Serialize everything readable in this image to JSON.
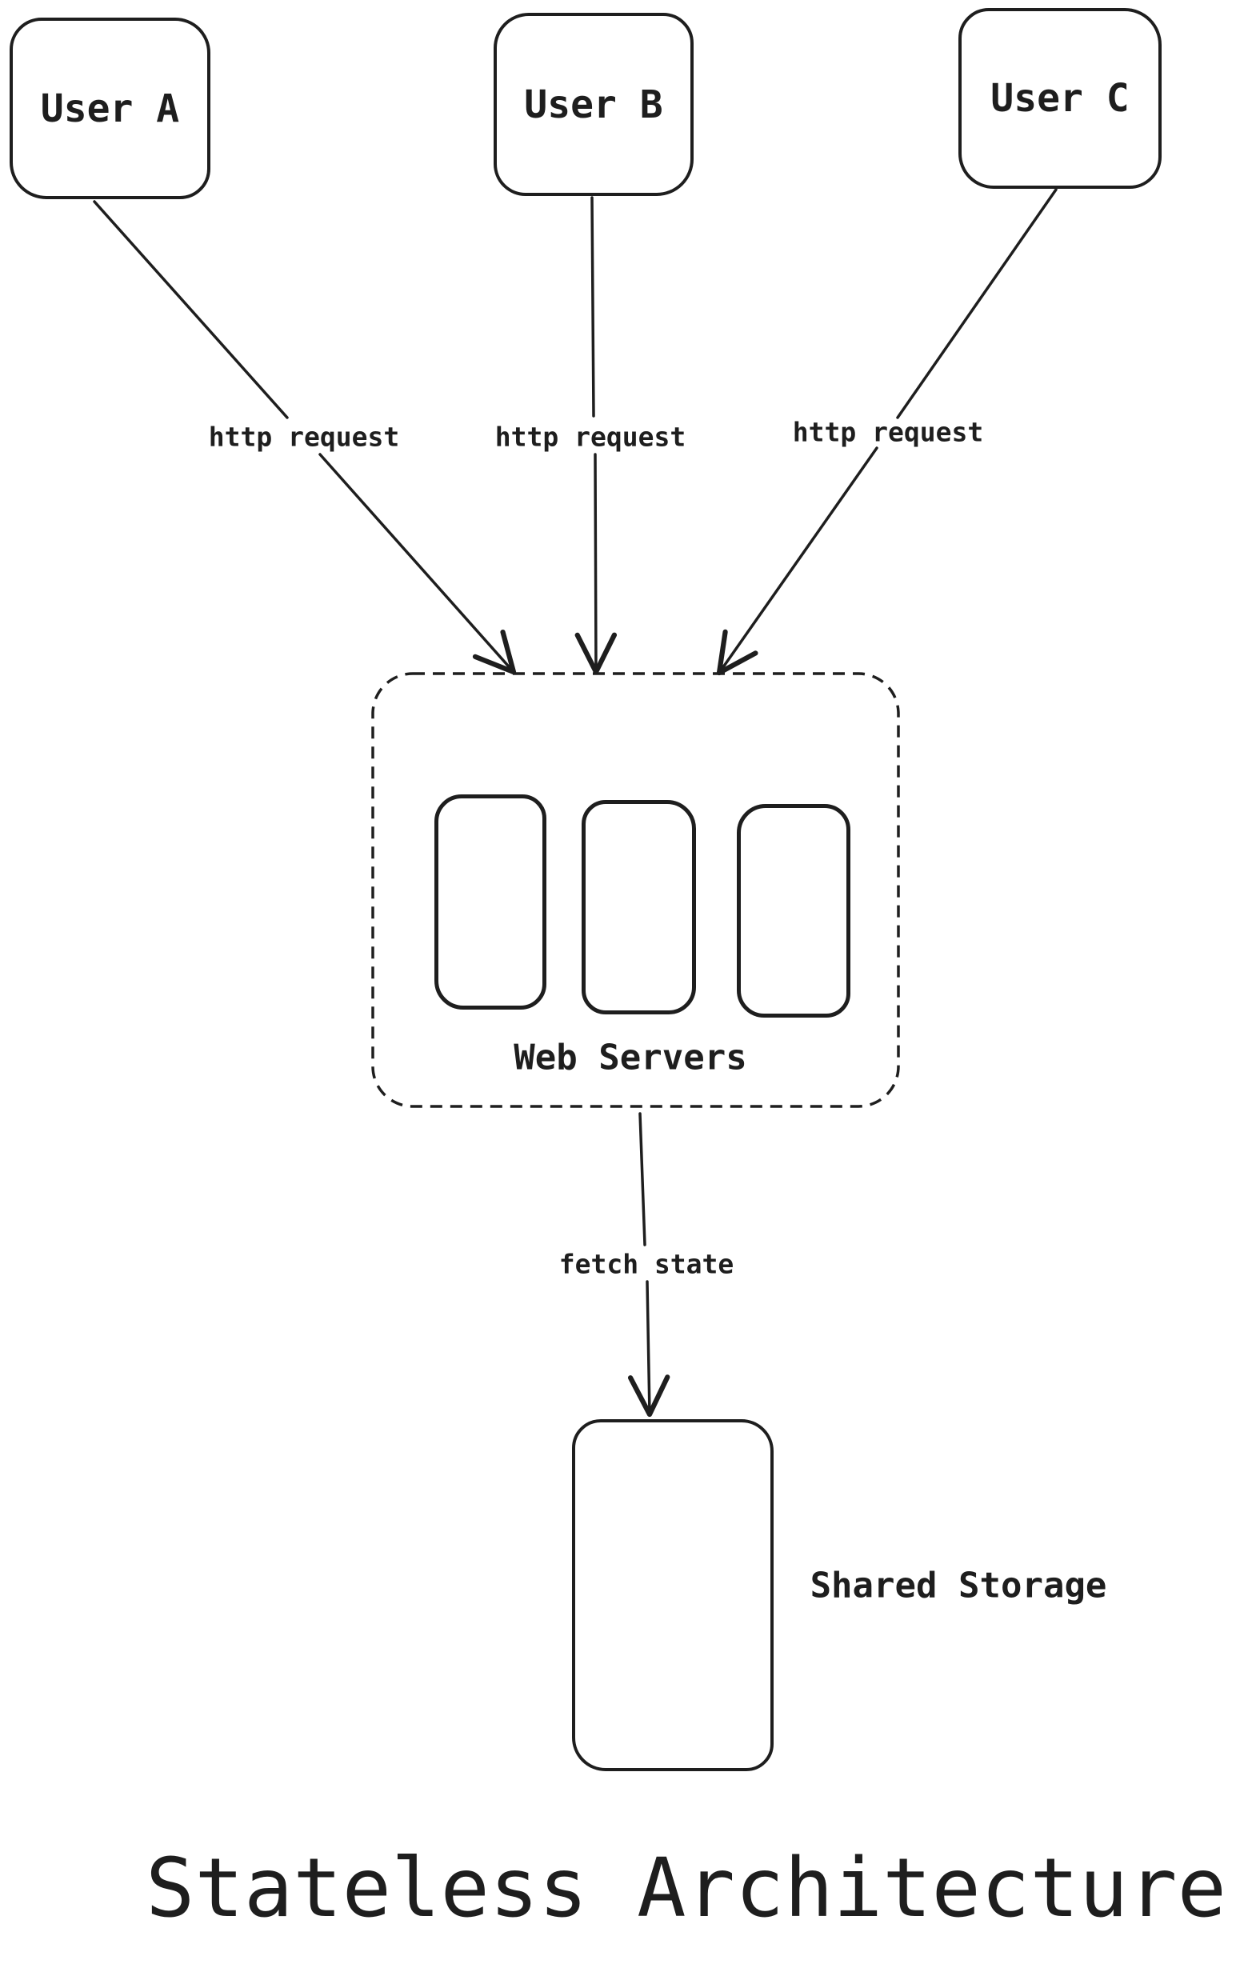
{
  "diagram": {
    "title": "Stateless Architecture",
    "nodes": {
      "user_a": {
        "label": "User A"
      },
      "user_b": {
        "label": "User B"
      },
      "user_c": {
        "label": "User C"
      },
      "web_servers": {
        "label": "Web Servers",
        "server_count": 3
      },
      "shared_storage": {
        "label": "Shared Storage"
      }
    },
    "edges": [
      {
        "from": "user_a",
        "to": "web_servers",
        "label": "http request"
      },
      {
        "from": "user_b",
        "to": "web_servers",
        "label": "http request"
      },
      {
        "from": "user_c",
        "to": "web_servers",
        "label": "http request"
      },
      {
        "from": "web_servers",
        "to": "shared_storage",
        "label": "fetch state"
      }
    ],
    "colors": {
      "stroke": "#1e1e1e",
      "background": "#ffffff"
    }
  }
}
